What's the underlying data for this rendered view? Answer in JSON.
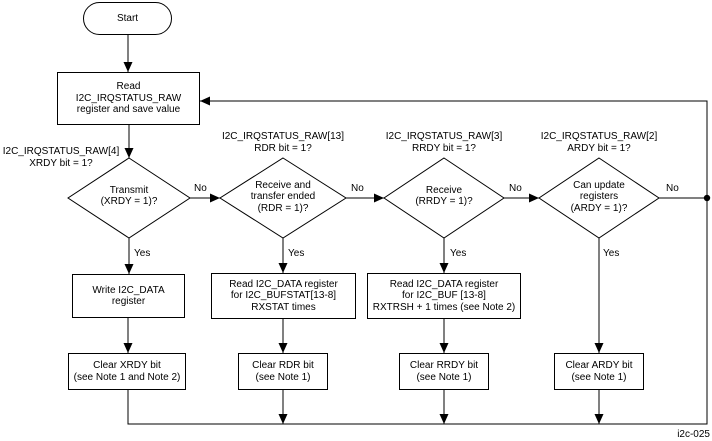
{
  "figure_id": "i2c-025",
  "colors": {
    "line": "#000000",
    "background": "#ffffff"
  },
  "edge_labels": {
    "yes": "Yes",
    "no": "No"
  },
  "nodes": {
    "start": {
      "label": "Start"
    },
    "read_status": {
      "label": "Read\nI2C_IRQSTATUS_RAW\nregister and save value"
    },
    "d_transmit": {
      "condition": "I2C_IRQSTATUS_RAW[4]\nXRDY bit = 1?",
      "label": "Transmit\n(XRDY = 1)?"
    },
    "d_rdr": {
      "condition": "I2C_IRQSTATUS_RAW[13]\nRDR bit = 1?",
      "label": "Receive and\ntransfer ended\n(RDR = 1)?"
    },
    "d_rrdy": {
      "condition": "I2C_IRQSTATUS_RAW[3]\nRRDY bit = 1?",
      "label": "Receive\n(RRDY = 1)?"
    },
    "d_ardy": {
      "condition": "I2C_IRQSTATUS_RAW[2]\nARDY bit = 1?",
      "label": "Can update\nregisters\n(ARDY = 1)?"
    },
    "write_data": {
      "label": "Write I2C_DATA\nregister"
    },
    "read_bufstat": {
      "label": "Read I2C_DATA register\nfor I2C_BUFSTAT[13-8]\nRXSTAT times"
    },
    "read_buf": {
      "label": "Read I2C_DATA register\nfor I2C_BUF [13-8]\nRXTRSH + 1 times (see Note 2)"
    },
    "clear_xrdy": {
      "label": "Clear XRDY bit\n(see Note 1 and Note 2)"
    },
    "clear_rdr": {
      "label": "Clear RDR bit\n(see Note 1)"
    },
    "clear_rrdy": {
      "label": "Clear RRDY bit\n(see Note 1)"
    },
    "clear_ardy": {
      "label": "Clear ARDY bit\n(see Note 1)"
    }
  }
}
